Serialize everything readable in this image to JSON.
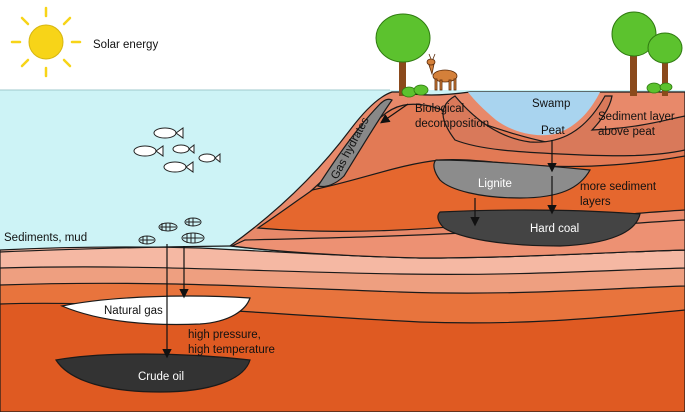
{
  "labels": {
    "solar_energy": "Solar energy",
    "biological_decomposition_1": "Biological",
    "biological_decomposition_2": "decomposition",
    "swamp": "Swamp",
    "peat": "Peat",
    "sediment_layer_1": "Sediment layer",
    "sediment_layer_2": "above peat",
    "gas_hydrates": "Gas hydrates",
    "lignite": "Lignite",
    "more_sediment_1": "more sediment",
    "more_sediment_2": "layers",
    "hard_coal": "Hard coal",
    "sediments_mud": "Sediments, mud",
    "natural_gas": "Natural gas",
    "high_pressure_1": "high pressure,",
    "high_pressure_2": "high temperature",
    "crude_oil": "Crude oil"
  },
  "colors": {
    "sea": "#cdf3f6",
    "swamp_water": "#a9d4ef",
    "sun": "#f7d418",
    "layer_light": "#f5b8a3",
    "layer_mid": "#ee9f80",
    "layer_orange": "#e8743d",
    "layer_deep": "#df5a22",
    "layer_brown": "#d9795a",
    "gas_hydrate": "#888888",
    "lignite": "#8c8c8c",
    "coal": "#444444",
    "crude_oil": "#333333",
    "natural_gas": "#ffffff",
    "tree_green": "#5cc22e",
    "trunk": "#8b4a1c"
  }
}
